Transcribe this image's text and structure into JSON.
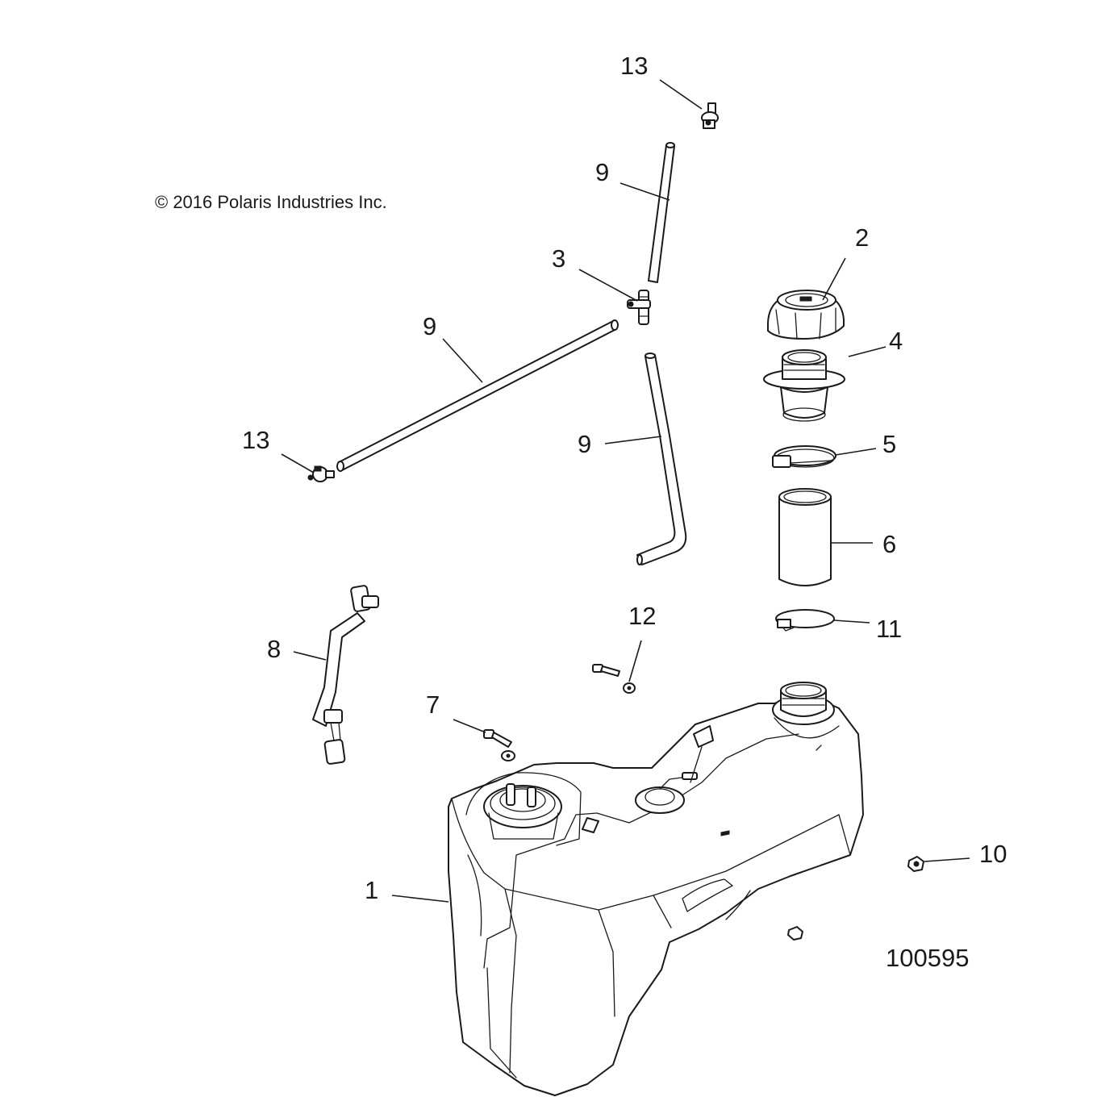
{
  "copyright": "© 2016 Polaris Industries Inc.",
  "figure_number": "100595",
  "callouts": [
    {
      "id": "13a",
      "label": "13"
    },
    {
      "id": "9a",
      "label": "9"
    },
    {
      "id": "3",
      "label": "3"
    },
    {
      "id": "9b",
      "label": "9"
    },
    {
      "id": "13b",
      "label": "13"
    },
    {
      "id": "9c",
      "label": "9"
    },
    {
      "id": "2",
      "label": "2"
    },
    {
      "id": "4",
      "label": "4"
    },
    {
      "id": "5",
      "label": "5"
    },
    {
      "id": "6",
      "label": "6"
    },
    {
      "id": "11",
      "label": "11"
    },
    {
      "id": "12",
      "label": "12"
    },
    {
      "id": "8",
      "label": "8"
    },
    {
      "id": "7",
      "label": "7"
    },
    {
      "id": "10",
      "label": "10"
    },
    {
      "id": "1",
      "label": "1"
    }
  ]
}
